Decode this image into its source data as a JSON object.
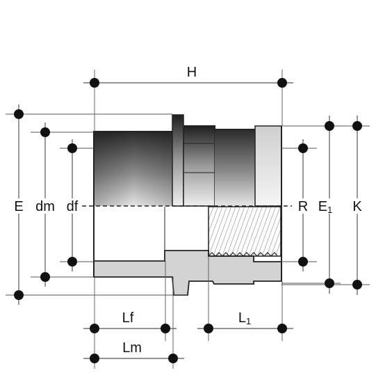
{
  "labels": {
    "H": "H",
    "E": "E",
    "dm": "dm",
    "df": "df",
    "R": "R",
    "E1": "E",
    "E1_sub": "1",
    "K": "K",
    "Lf": "Lf",
    "L1": "L",
    "L1_sub": "1",
    "Lm": "Lm"
  },
  "colors": {
    "body_dark": "#3c3c3c",
    "body_light": "#d6d6d6",
    "section_fill": "#cfcfcf",
    "line": "#222222"
  }
}
